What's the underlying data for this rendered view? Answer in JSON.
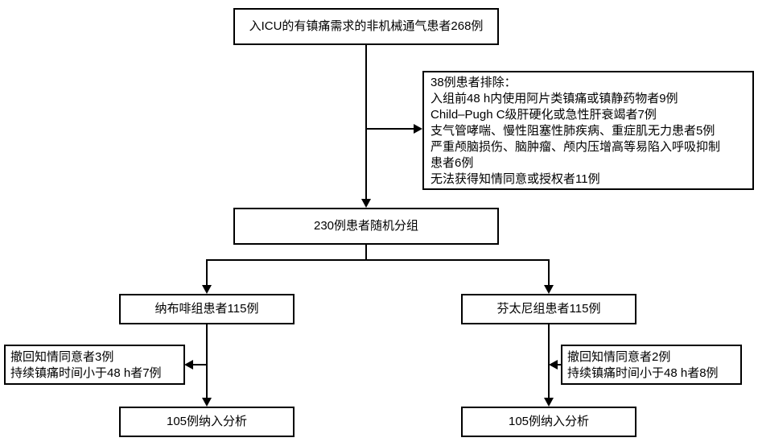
{
  "diagram": {
    "type": "patient-flow-diagram",
    "colors": {
      "line": "#000000",
      "box_border": "#000000",
      "background": "#ffffff",
      "text": "#000000"
    },
    "nodes": {
      "enrollment": {
        "label": "入ICU的有镇痛需求的非机械通气患者268例"
      },
      "exclusion": {
        "lines": [
          "38例患者排除：",
          "入组前48 h内使用阿片类镇痛或镇静药物者9例",
          "Child–Pugh C级肝硬化或急性肝衰竭者7例",
          "支气管哮喘、慢性阻塞性肺疾病、重症肌无力患者5例",
          "严重颅脑损伤、脑肿瘤、颅内压增高等易陷入呼吸抑制",
          "患者6例",
          "无法获得知情同意或授权者11例"
        ]
      },
      "randomization": {
        "label": "230例患者随机分组"
      },
      "group_left": {
        "label": "纳布啡组患者115例"
      },
      "group_right": {
        "label": "芬太尼组患者115例"
      },
      "withdraw_left": {
        "lines": [
          "撤回知情同意者3例",
          "持续镇痛时间小于48 h者7例"
        ]
      },
      "withdraw_right": {
        "lines": [
          "撤回知情同意者2例",
          "持续镇痛时间小于48 h者8例"
        ]
      },
      "analysis_left": {
        "label": "105例纳入分析"
      },
      "analysis_right": {
        "label": "105例纳入分析"
      }
    }
  }
}
